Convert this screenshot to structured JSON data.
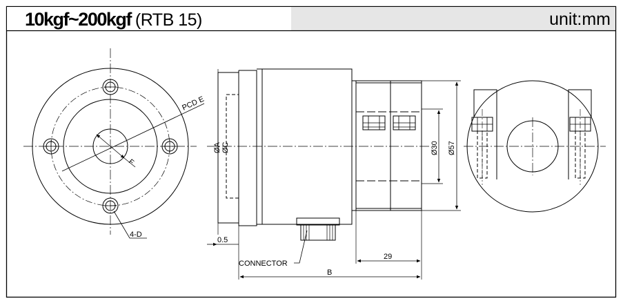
{
  "header": {
    "title_range": "10kgf~200kgf",
    "title_model": "(RTB 15)",
    "unit": "unit:mm"
  },
  "labels": {
    "pcd": "PCD E",
    "f": "F",
    "holes": "4-D",
    "dia_a": "ØA",
    "dia_c": "ØC",
    "thickness": "0.5",
    "connector": "CONNECTOR",
    "dim_29": "29",
    "dim_b": "B",
    "dia_30": "Ø30",
    "dia_57": "Ø57"
  }
}
